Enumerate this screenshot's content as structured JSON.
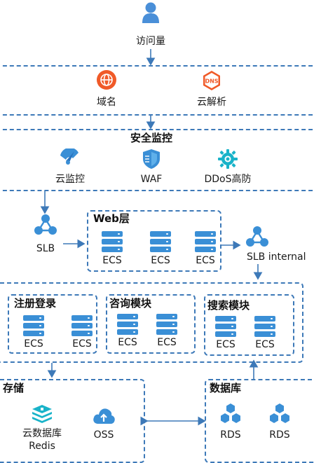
{
  "user": {
    "label": "访问量",
    "icon": "user-icon"
  },
  "dns_group": {
    "items": [
      {
        "label": "域名",
        "icon": "globe-icon"
      },
      {
        "label": "云解析",
        "icon": "dns-icon"
      }
    ]
  },
  "security_group": {
    "title": "安全监控",
    "items": [
      {
        "label": "云监控",
        "icon": "monitor-gauge-icon"
      },
      {
        "label": "WAF",
        "icon": "waf-shield-icon"
      },
      {
        "label": "DDoS高防",
        "icon": "ddos-gear-icon"
      }
    ]
  },
  "slb": {
    "label": "SLB",
    "icon": "slb-network-icon"
  },
  "web_layer": {
    "title": "Web层",
    "servers": [
      "ECS",
      "ECS",
      "ECS"
    ]
  },
  "slb_internal": {
    "label": "SLB internal",
    "icon": "slb-network-icon"
  },
  "services": [
    {
      "title": "注册登录",
      "servers": [
        "ECS",
        "ECS"
      ]
    },
    {
      "title": "咨询模块",
      "servers": [
        "ECS",
        "ECS"
      ]
    },
    {
      "title": "搜索模块",
      "servers": [
        "ECS",
        "ECS"
      ]
    }
  ],
  "storage": {
    "title": "存储",
    "items": [
      {
        "label": "云数据库\nRedis",
        "icon": "redis-icon"
      },
      {
        "label": "OSS",
        "icon": "oss-cloud-icon"
      }
    ]
  },
  "database": {
    "title": "数据库",
    "items": [
      {
        "label": "RDS",
        "icon": "rds-icon"
      },
      {
        "label": "RDS",
        "icon": "rds-icon"
      }
    ]
  },
  "colors": {
    "accent": "#3d79b8",
    "server": "#3a8fd6",
    "orange": "#f05a28",
    "user": "#4a8fd8"
  }
}
